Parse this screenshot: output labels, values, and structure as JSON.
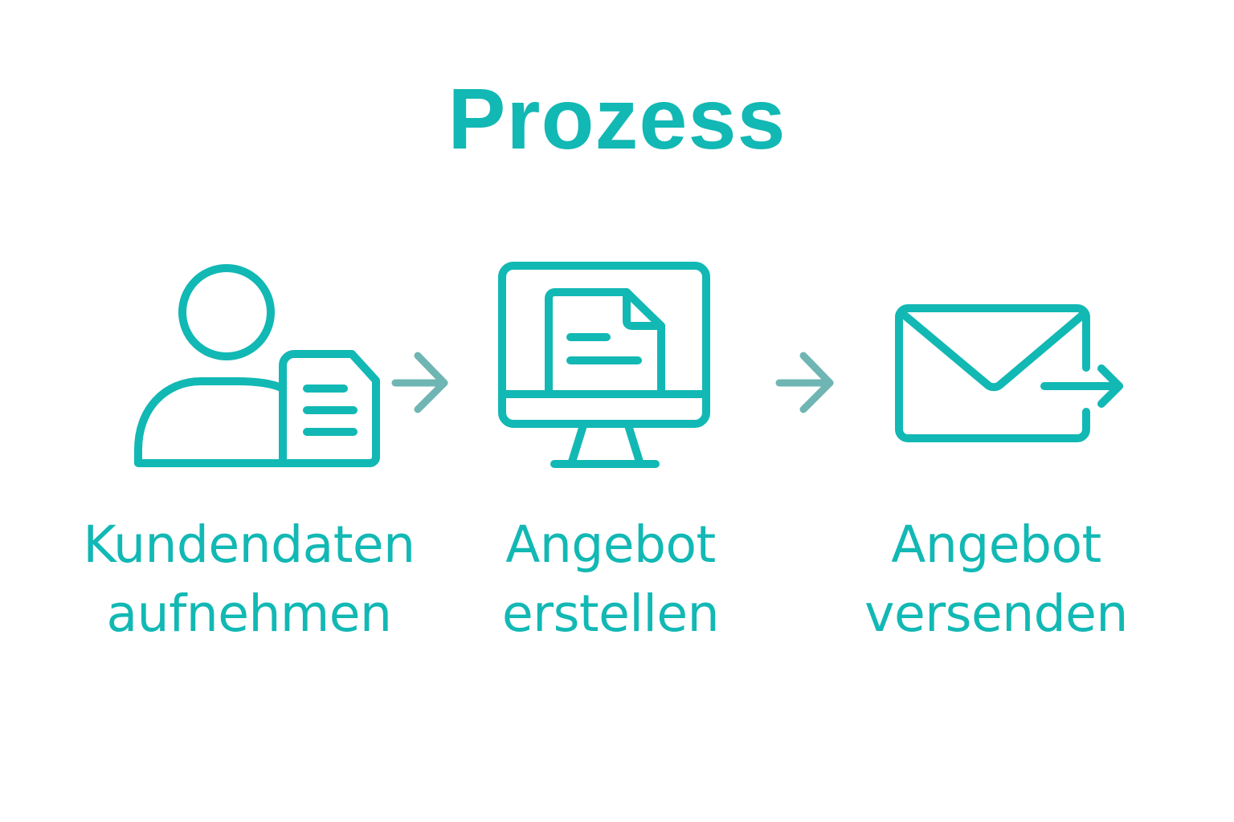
{
  "title": "Prozess",
  "colors": {
    "primary": "#12b8b4",
    "arrow": "#6fb5b3",
    "background": "#ffffff"
  },
  "steps": [
    {
      "icon": "user-with-document-icon",
      "line1": "Kundendaten",
      "line2": "aufnehmen"
    },
    {
      "icon": "monitor-with-document-icon",
      "line1": "Angebot",
      "line2": "erstellen"
    },
    {
      "icon": "envelope-send-icon",
      "line1": "Angebot",
      "line2": "versenden"
    }
  ],
  "connectors": [
    {
      "icon": "arrow-right-icon",
      "from": 1,
      "to": 2
    },
    {
      "icon": "arrow-right-icon",
      "from": 2,
      "to": 3
    }
  ]
}
